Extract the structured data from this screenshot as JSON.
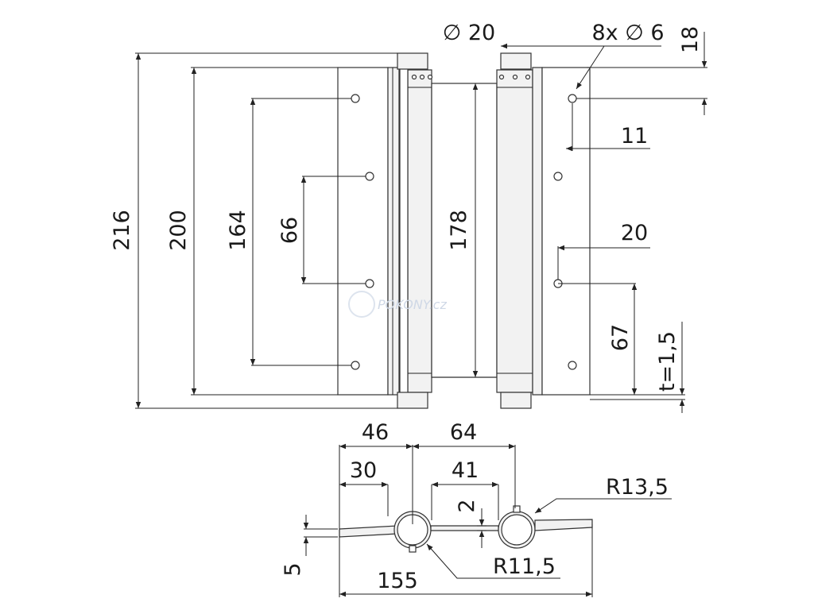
{
  "watermark": "POKONY.cz",
  "front_view": {
    "dim_outer_height": "216",
    "dim_leaf_height": "200",
    "dim_hole_span": "164",
    "dim_hole_spacing": "66",
    "dim_spring_length": "178",
    "dim_pin_diameter": "∅ 20",
    "dim_holes": "8x ∅ 6",
    "dim_top_offset": "18",
    "dim_hole_edge": "11",
    "dim_hole_offset": "20",
    "dim_bottom_hole": "67",
    "dim_thickness": "t=1,5"
  },
  "top_view": {
    "dim_46": "46",
    "dim_64": "64",
    "dim_30": "30",
    "dim_41": "41",
    "dim_gap": "2",
    "dim_radius_outer": "R13,5",
    "dim_radius_inner": "R11,5",
    "dim_thick": "5",
    "dim_total_width": "155"
  }
}
